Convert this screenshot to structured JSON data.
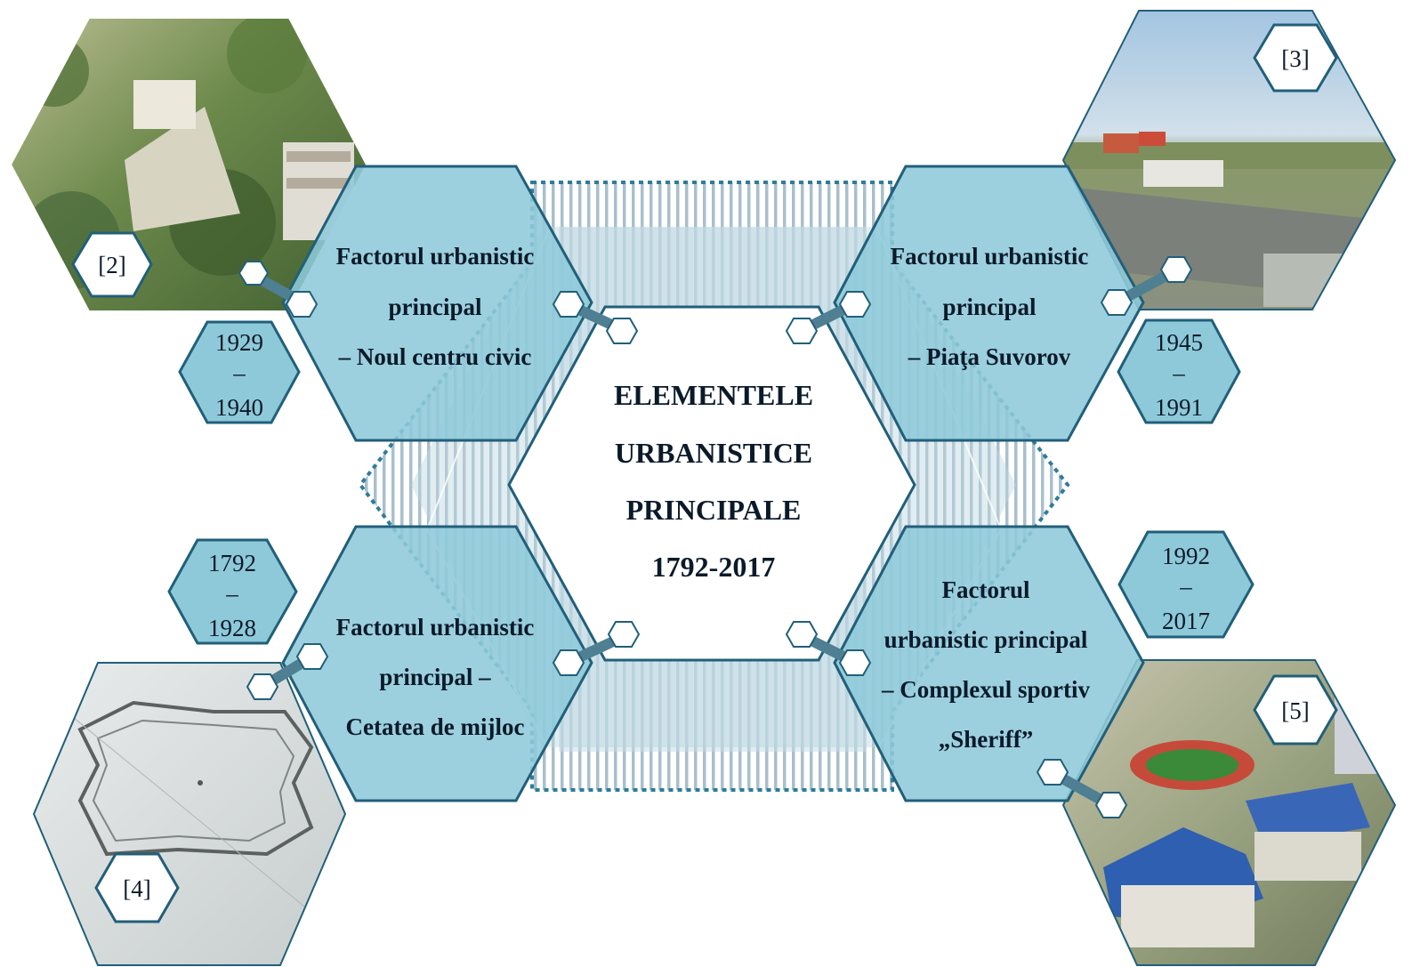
{
  "center": {
    "lines": [
      "ELEMENTELE",
      "URBANISTICE",
      "PRINCIPALE",
      "1792-2017"
    ]
  },
  "factors": {
    "top_left": {
      "lines": [
        "Factorul urbanistic",
        "principal",
        "– Noul centru civic"
      ],
      "years": [
        "1929",
        "–",
        "1940"
      ],
      "ref": "[2]"
    },
    "top_right": {
      "lines": [
        "Factorul urbanistic",
        "principal",
        "– Piaţa Suvorov"
      ],
      "years": [
        "1945",
        "–",
        "1991"
      ],
      "ref": "[3]"
    },
    "bottom_left": {
      "lines": [
        "Factorul urbanistic",
        "principal –",
        "Cetatea de mijloc"
      ],
      "years": [
        "1792",
        "–",
        "1928"
      ],
      "ref": "[4]"
    },
    "bottom_right": {
      "lines": [
        "Factorul",
        "urbanistic principal",
        "– Complexul sportiv",
        "„Sheriff”"
      ],
      "years": [
        "1992",
        "–",
        "2017"
      ],
      "ref": "[5]"
    }
  },
  "colors": {
    "hex_fill": "#8ec9d9",
    "hex_stroke": "#215f7a",
    "connector": "#4f7f92",
    "stripes": "#9fb8c6",
    "dotted_border": "#2f7c99"
  },
  "photos": {
    "top_left": "aerial-civic-center-photo",
    "top_right": "suvorov-square-photo",
    "bottom_left": "fortress-plan-drawing",
    "bottom_right": "sheriff-sports-complex-photo"
  }
}
